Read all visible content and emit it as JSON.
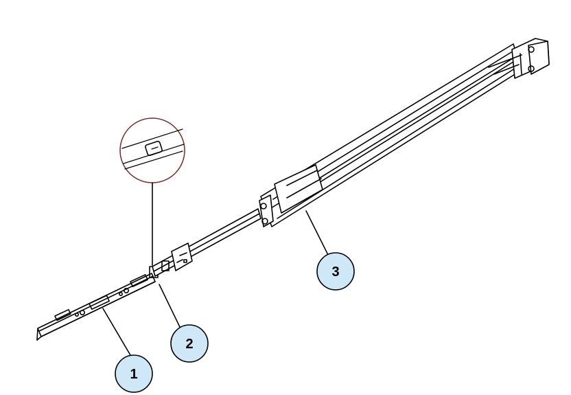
{
  "callouts": [
    {
      "label": "1"
    },
    {
      "label": "2"
    },
    {
      "label": "3"
    }
  ],
  "colors": {
    "callout_fill": "#cfe8f7",
    "callout_stroke": "#000000",
    "zoom_circle_stroke": "#7a2a2a",
    "line": "#000000",
    "background": "#ffffff"
  }
}
